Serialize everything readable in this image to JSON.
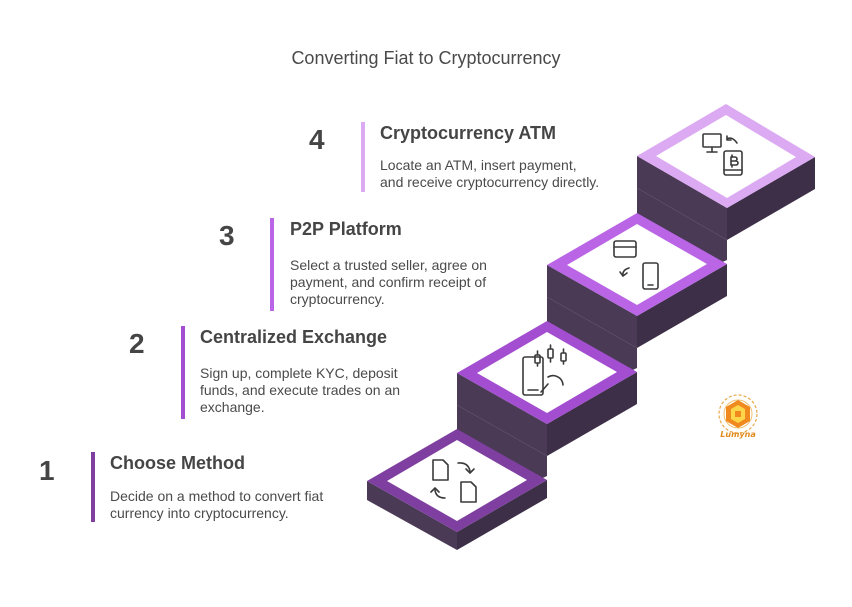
{
  "title": "Converting Fiat to Cryptocurrency",
  "colors": {
    "riser": "#4a3a56",
    "step1": "#7e3fa0",
    "step2": "#a34ed0",
    "step3": "#b965e6",
    "step4": "#dbaaf2",
    "text": "#454545"
  },
  "steps": [
    {
      "number": "1",
      "heading": "Choose Method",
      "desc_lines": [
        "Decide on a method to convert fiat",
        "currency into cryptocurrency."
      ],
      "icon": "document-exchange-icon"
    },
    {
      "number": "2",
      "heading": "Centralized Exchange",
      "desc_lines": [
        "Sign up, complete KYC, deposit",
        "funds, and execute trades on an",
        "exchange."
      ],
      "icon": "trading-tablet-icon"
    },
    {
      "number": "3",
      "heading": "P2P Platform",
      "desc_lines": [
        "Select a trusted seller, agree on",
        "payment, and confirm receipt of",
        "cryptocurrency."
      ],
      "icon": "card-to-phone-icon"
    },
    {
      "number": "4",
      "heading": "Cryptocurrency ATM",
      "desc_lines": [
        "Locate an ATM, insert payment,",
        "and receive cryptocurrency directly."
      ],
      "icon": "monitor-bitcoin-icon"
    }
  ],
  "logo": {
    "text": "Lumyna",
    "icon": "lumyna-logo-icon"
  }
}
